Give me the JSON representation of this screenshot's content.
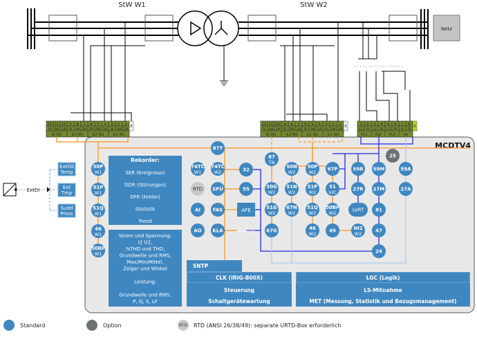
{
  "titles": {
    "w1": "StW W1",
    "w2": "StW W2",
    "netz": "Netz",
    "device": "MCDTV4"
  },
  "colors": {
    "standard": "#3f87c0",
    "option": "#6d7275",
    "rtd": "#c8c8c8",
    "terminal": "#73892f",
    "terminal_vx": "#b5d21e",
    "current_path": "#f5a33c",
    "voltage_path": "#2525e6",
    "aux_path": "#a6cdf2"
  },
  "terminals": {
    "w1": {
      "pins": [
        "12",
        "11",
        "10",
        "9",
        "8",
        "7",
        "6",
        "5",
        "4",
        "3",
        "2",
        "1"
      ],
      "types": [
        "N",
        "5A",
        "1A",
        "N",
        "5A",
        "1A",
        "N",
        "5A",
        "1A",
        "N",
        "5A",
        "1A"
      ],
      "groups": [
        "IG W1",
        "IL3 W1",
        "IL2 W1",
        "IL1 W1"
      ],
      "tag": "X"
    },
    "w2": {
      "pins": [
        "12",
        "11",
        "10",
        "9",
        "8",
        "7",
        "6",
        "5",
        "4",
        "3",
        "2",
        "1"
      ],
      "types": [
        "N",
        "5A",
        "1A",
        "N",
        "5A",
        "1A",
        "N",
        "5A",
        "1A",
        "N",
        "5A",
        "1A"
      ],
      "groups": [
        "IG W2",
        "IL3 W2",
        "IL2 W2",
        "IL1 W2"
      ],
      "tag": "X"
    },
    "v": {
      "pins": [
        "1",
        "2",
        "3",
        "4",
        "5",
        "6",
        "7",
        "8"
      ],
      "types": [
        "L1",
        "N",
        "L2",
        "N",
        "L3",
        "N",
        "X",
        "N"
      ],
      "groups": [
        "VL1",
        "VL2",
        "VL3",
        "Vx"
      ],
      "tag": "X"
    }
  },
  "external": {
    "input_label": "ExtDI",
    "items": [
      "ExtOil Temp",
      "Ext Tmp",
      "Sudd Press"
    ]
  },
  "functions": [
    {
      "l1": "87T",
      "l2": "",
      "kind": "standard"
    },
    {
      "l1": "50P",
      "l2": "W1",
      "kind": "standard"
    },
    {
      "l1": "51P",
      "l2": "W1",
      "kind": "standard"
    },
    {
      "l1": "51Q",
      "l2": "W1",
      "kind": "standard"
    },
    {
      "l1": "46",
      "l2": "W1",
      "kind": "standard"
    },
    {
      "l1": "50BF",
      "l2": "W1",
      "kind": "standard"
    },
    {
      "l1": "74TC",
      "l2": "W1",
      "kind": "standard"
    },
    {
      "l1": "74TC",
      "l2": "W2",
      "kind": "standard"
    },
    {
      "l1": "RTD",
      "l2": "",
      "kind": "rtd"
    },
    {
      "l1": "SPÜ",
      "l2": "",
      "kind": "standard"
    },
    {
      "l1": "AI",
      "l2": "",
      "kind": "standard"
    },
    {
      "l1": "FAS",
      "l2": "",
      "kind": "standard"
    },
    {
      "l1": "AO",
      "l2": "",
      "kind": "standard"
    },
    {
      "l1": "KLA",
      "l2": "",
      "kind": "standard"
    },
    {
      "l1": "32",
      "l2": "",
      "kind": "standard"
    },
    {
      "l1": "55",
      "l2": "",
      "kind": "standard"
    },
    {
      "l1": "87",
      "l2": "TN",
      "kind": "standard"
    },
    {
      "l1": "50N",
      "l2": "W2",
      "kind": "standard"
    },
    {
      "l1": "50P",
      "l2": "W2",
      "kind": "standard"
    },
    {
      "l1": "67P",
      "l2": "",
      "kind": "standard"
    },
    {
      "l1": "59R",
      "l2": "",
      "kind": "standard"
    },
    {
      "l1": "59M",
      "l2": "",
      "kind": "standard"
    },
    {
      "l1": "59A",
      "l2": "",
      "kind": "standard"
    },
    {
      "l1": "50G",
      "l2": "W2",
      "kind": "standard"
    },
    {
      "l1": "51N",
      "l2": "W2",
      "kind": "standard"
    },
    {
      "l1": "51P",
      "l2": "W2",
      "kind": "standard"
    },
    {
      "l1": "51",
      "l2": "V/C",
      "kind": "standard"
    },
    {
      "l1": "27R",
      "l2": "",
      "kind": "standard"
    },
    {
      "l1": "27M",
      "l2": "",
      "kind": "standard"
    },
    {
      "l1": "27A",
      "l2": "",
      "kind": "standard"
    },
    {
      "l1": "51G",
      "l2": "W2",
      "kind": "standard"
    },
    {
      "l1": "67N",
      "l2": "W2",
      "kind": "standard"
    },
    {
      "l1": "51Q",
      "l2": "W2",
      "kind": "standard"
    },
    {
      "l1": "50BF",
      "l2": "W2",
      "kind": "standard"
    },
    {
      "l1": "LVRT",
      "l2": "",
      "kind": "standard"
    },
    {
      "l1": "81",
      "l2": "",
      "kind": "standard"
    },
    {
      "l1": "67G",
      "l2": "",
      "kind": "standard"
    },
    {
      "l1": "46",
      "l2": "W2",
      "kind": "standard"
    },
    {
      "l1": "49",
      "l2": "",
      "kind": "standard"
    },
    {
      "l1": "IH2",
      "l2": "W2",
      "kind": "standard"
    },
    {
      "l1": "47",
      "l2": "",
      "kind": "standard"
    },
    {
      "l1": "24",
      "l2": "",
      "kind": "standard"
    },
    {
      "l1": "25",
      "l2": "",
      "kind": "option"
    }
  ],
  "afe": "AFE",
  "qu_label": "Q->&U<",
  "recorder": {
    "title": "Rekorder:",
    "items": [
      "SER (Ereignisse)",
      "DDR (Störungen)",
      "DFR (Fehler)",
      "Statistik",
      "Trend"
    ]
  },
  "measurement": {
    "lines": [
      "Strom und Spannung:",
      "I2 U2,",
      "%THD und THD,",
      "Grundwelle und RMS,",
      "Max/Min/Mittel,",
      "Zeiger und Winkel",
      "",
      "Leistung:",
      "",
      "Grundwelle und RMS,",
      "P, Q, S, LF"
    ]
  },
  "blocks": {
    "sntp": "SNTP",
    "clk": "CLK (IRIG-B00X)",
    "steuerung": "Steuerung",
    "wartung": "Schaltgerätewartung",
    "lgc": "LGC (Logik)",
    "ls": "LS-Mitnahme",
    "met": "MET (Messung, Statistik und Bezugsmanagement)"
  },
  "legend": {
    "standard": "Standard",
    "option": "Option",
    "rtd_badge": "RTD",
    "rtd": "RTD (ANSI 26/38/49): separate URTD-Box erforderlich"
  }
}
